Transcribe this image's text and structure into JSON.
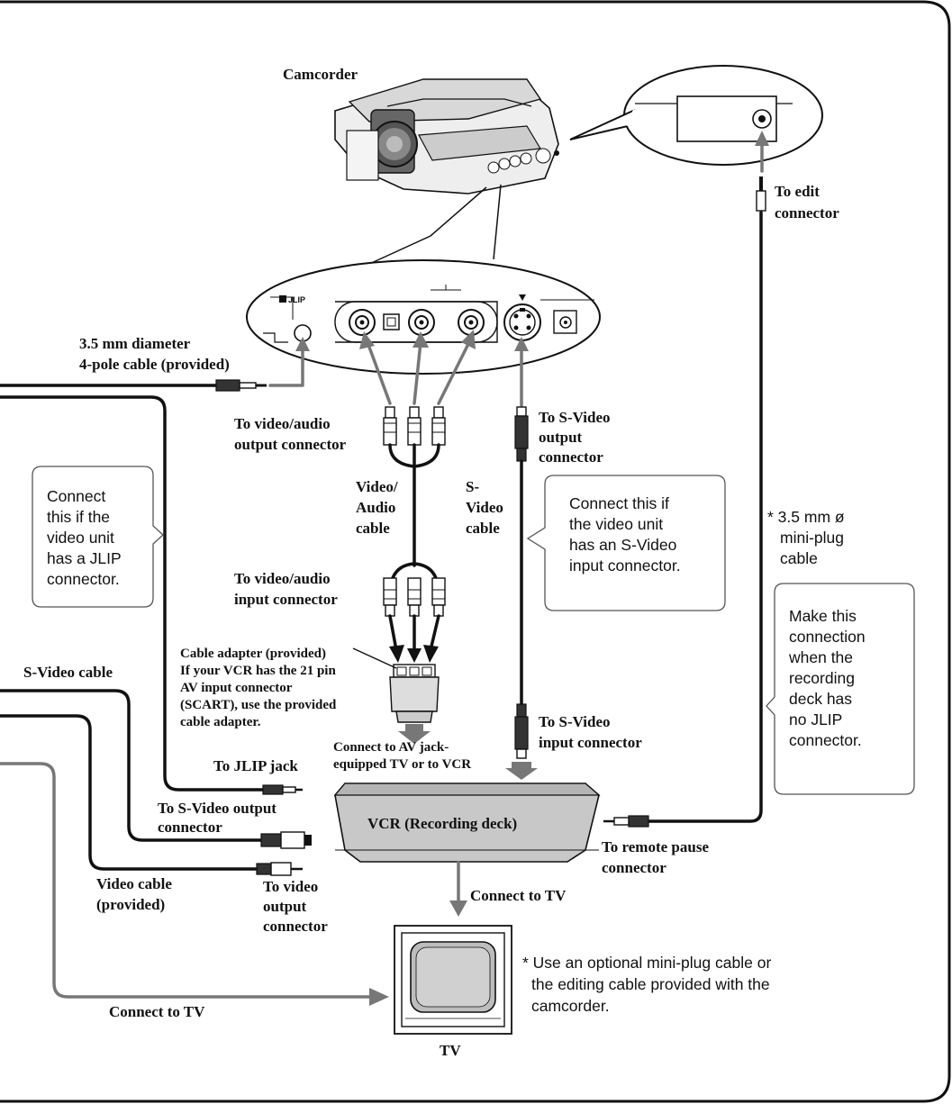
{
  "labels": {
    "camcorder": "Camcorder",
    "to_edit": [
      "To edit",
      "connector"
    ],
    "jlip_logo": "JLIP",
    "cable_35": [
      "3.5 mm diameter",
      "4-pole cable (provided)"
    ],
    "to_av_out": [
      "To video/audio",
      "output connector"
    ],
    "to_sv_out": [
      "To S-Video",
      "output",
      "connector"
    ],
    "video_audio_cable": [
      "Video/",
      "Audio",
      "cable"
    ],
    "s_video_cable_mid": [
      "S-",
      "Video",
      "cable"
    ],
    "to_av_in": [
      "To video/audio",
      "input connector"
    ],
    "cable_adapter": [
      "Cable adapter (provided)",
      "If your VCR has the 21 pin",
      "AV input connector",
      "(SCART), use the provided",
      "cable adapter."
    ],
    "s_video_cable_left": "S-Video cable",
    "to_sv_in": [
      "To S-Video",
      "input connector"
    ],
    "connect_av": [
      "Connect to AV jack-",
      "equipped TV or to VCR"
    ],
    "to_jlip_jack": "To JLIP jack",
    "to_sv_out_left": [
      "To S-Video output",
      "connector"
    ],
    "vcr": "VCR (Recording deck)",
    "to_remote": [
      "To remote pause",
      "connector"
    ],
    "video_cable": [
      "Video cable",
      "(provided)"
    ],
    "to_video_out": [
      "To video",
      "output",
      "connector"
    ],
    "connect_tv_mid": "Connect to TV",
    "connect_tv_bottom": "Connect to TV",
    "tv": "TV",
    "mini_plug": [
      "* 3.5 mm ø",
      "mini-plug",
      "cable"
    ],
    "footnote": [
      "* Use an optional mini-plug cable or",
      "the editing cable provided with the",
      "camcorder."
    ]
  },
  "callouts": {
    "jlip_note": [
      "Connect",
      "this if the",
      "video unit",
      "has a JLIP",
      "connector."
    ],
    "svideo_note": [
      "Connect this if",
      "the video unit",
      "has an S-Video",
      "input connector."
    ],
    "nojlip_note": [
      "Make this",
      "connection",
      "when the",
      "recording",
      "deck has",
      "no JLIP",
      "connector."
    ]
  },
  "colors": {
    "ink": "#111111",
    "grey_cable": "#777777",
    "vcr_fill": "#c8c8c8",
    "callout_border": "#555555"
  }
}
